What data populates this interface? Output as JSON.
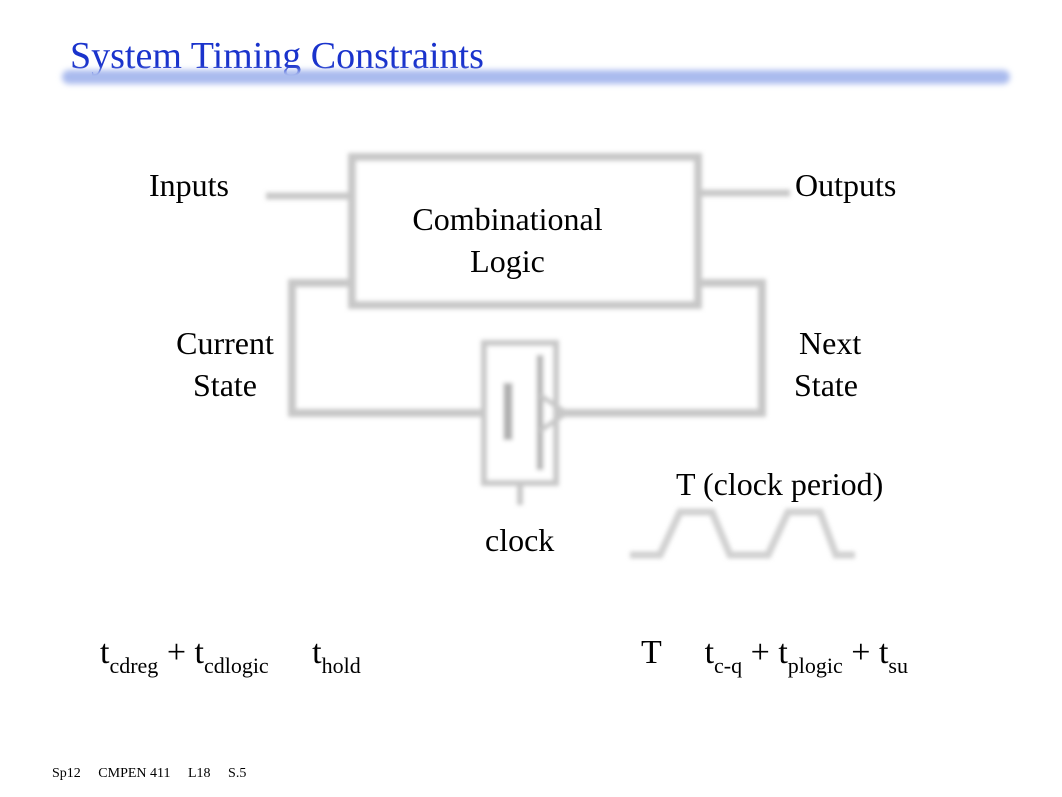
{
  "slide": {
    "title": "System Timing Constraints",
    "footer": "Sp12     CMPEN 411     L18     S.5"
  },
  "diagram": {
    "inputs_label": "Inputs",
    "outputs_label": "Outputs",
    "logic_line1": "Combinational",
    "logic_line2": "Logic",
    "current_line1": "Current",
    "current_line2": "State",
    "next_line1": "Next",
    "next_line2": "State",
    "clock_period_label": "T (clock period)",
    "clock_label": "clock"
  },
  "equations": {
    "hold": {
      "t1": "t",
      "s1": "cdreg",
      "plus1": " + t",
      "s2": "cdlogic",
      "op": "   t",
      "s3": "hold"
    },
    "setup": {
      "lhs": "T   t",
      "s1": "c-q",
      "plus1": " + t",
      "s2": "plogic",
      "plus2": " + t",
      "s3": "su"
    }
  }
}
